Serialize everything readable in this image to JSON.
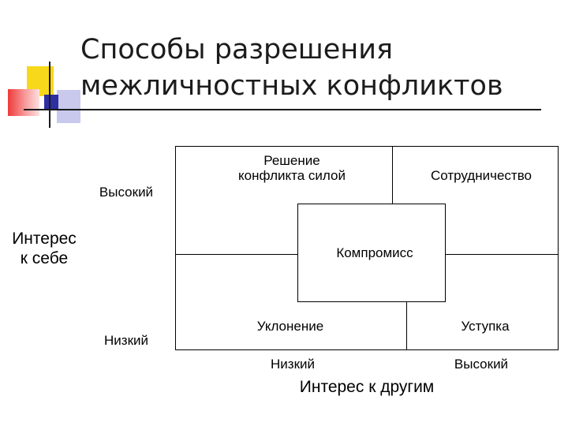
{
  "title": "Способы разрешения\nмежличностных конфликтов",
  "title_lines": [
    "Способы разрешения",
    "межличностных конфликтов"
  ],
  "cells": {
    "top_left": "Решение конфликта силой",
    "top_right": "Сотрудничество",
    "center": "Компромисс",
    "bottom_left": "Уклонение",
    "bottom_right": "Уступка"
  },
  "axes": {
    "y_title": "Интерес\nк себе",
    "y_high": "Высокий",
    "y_low": "Низкий",
    "x_title": "Интерес к другим",
    "x_low": "Низкий",
    "x_high": "Высокий"
  },
  "colors": {
    "logo_yellow": "#f7d81a",
    "logo_red": "#ef3a3a",
    "logo_blue": "#2e2fa0",
    "logo_lavender": "#c8c9ec"
  }
}
